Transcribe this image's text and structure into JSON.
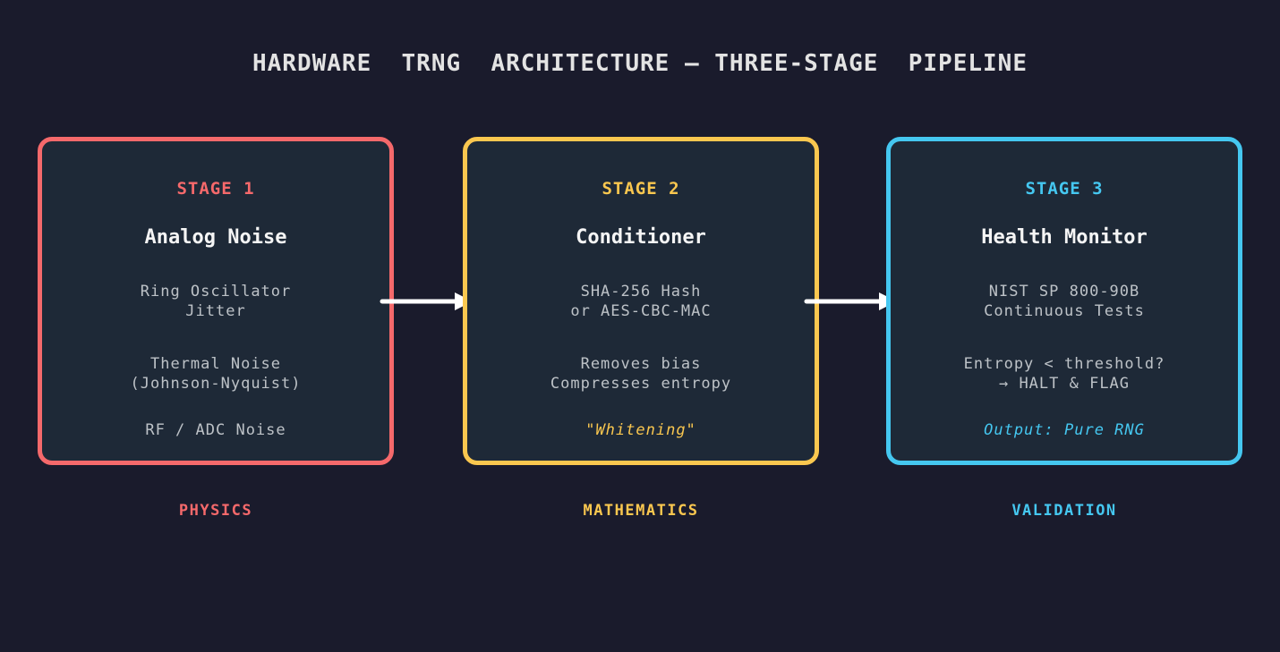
{
  "page": {
    "title": "HARDWARE  TRNG  ARCHITECTURE — THREE-STAGE  PIPELINE",
    "background_color": "#1a1b2c",
    "panel_color": "#1e2937",
    "title_color": "#e3e3e3",
    "body_text_color": "#bdc2c7",
    "arrow_color": "#ffffff"
  },
  "stages": [
    {
      "label": "STAGE 1",
      "title": "Analog Noise",
      "accent": "#f5696b",
      "lines": [
        "Ring Oscillator",
        "Jitter",
        "Thermal Noise",
        "(Johnson-Nyquist)"
      ],
      "note": "RF / ADC Noise",
      "note_style": "plain",
      "footer": "PHYSICS"
    },
    {
      "label": "STAGE 2",
      "title": "Conditioner",
      "accent": "#fac74f",
      "lines": [
        "SHA-256 Hash",
        "or AES-CBC-MAC",
        "Removes bias",
        "Compresses entropy"
      ],
      "note": "\"Whitening\"",
      "note_style": "accent-italic",
      "footer": "MATHEMATICS"
    },
    {
      "label": "STAGE 3",
      "title": "Health Monitor",
      "accent": "#45c7f0",
      "lines": [
        "NIST SP 800-90B",
        "Continuous Tests",
        "Entropy < threshold?",
        "→ HALT & FLAG"
      ],
      "note": "Output: Pure RNG",
      "note_style": "accent-italic",
      "footer": "VALIDATION"
    }
  ],
  "arrows": [
    {
      "name": "stage1-to-stage2",
      "color": "#ffffff"
    },
    {
      "name": "stage2-to-stage3",
      "color": "#ffffff"
    }
  ]
}
